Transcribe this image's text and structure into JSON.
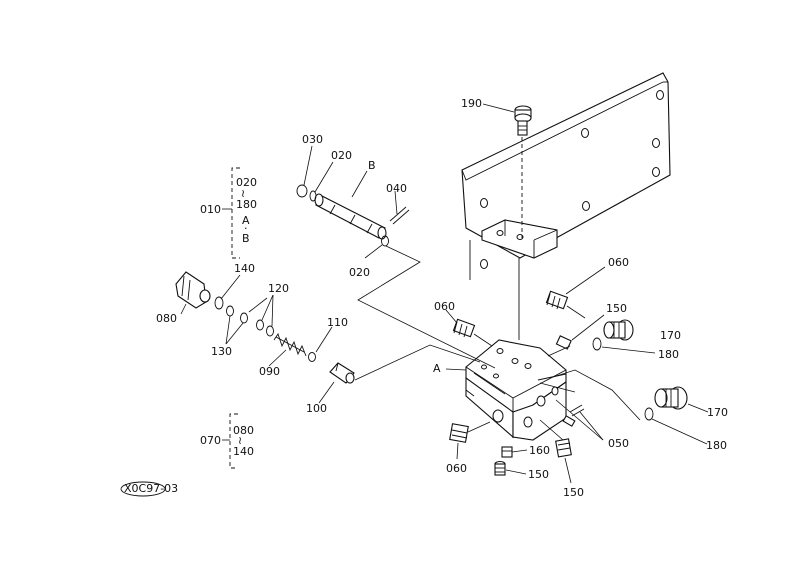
{
  "labels": {
    "p190": "190",
    "p030": "030",
    "p020a": "020",
    "pB_top": "B",
    "p040": "040",
    "p020b": "020",
    "p060a": "060",
    "p060b": "060",
    "p150a": "150",
    "p170a": "170",
    "p180a": "180",
    "p140": "140",
    "p120": "120",
    "p110": "110",
    "p080": "080",
    "p130": "130",
    "p090": "090",
    "p100": "100",
    "pA": "A",
    "p050": "050",
    "p170b": "170",
    "p180b": "180",
    "p160": "160",
    "p150b": "150",
    "p150c": "150",
    "p060c": "060"
  },
  "group010": {
    "label": "010",
    "items": [
      "020",
      "180",
      "A",
      "B"
    ]
  },
  "group070": {
    "label": "070",
    "items": [
      "080",
      "140"
    ]
  },
  "stamp": "X0C97-03"
}
